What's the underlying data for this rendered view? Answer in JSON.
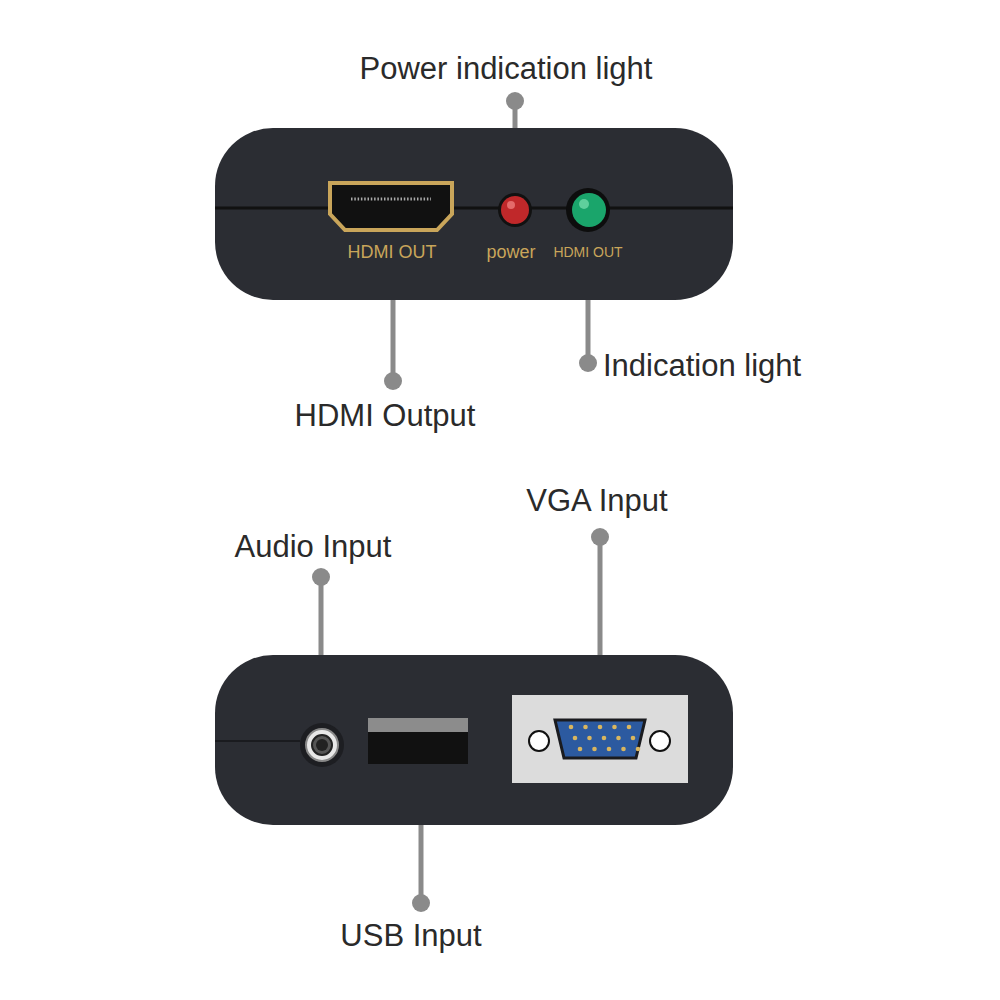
{
  "diagram": {
    "nodes": [
      {
        "text": [
          "HDMI OUT",
          "power",
          "HDMI OUT"
        ]
      }
    ],
    "labels": [
      "Power indication light",
      "Indication light",
      "HDMI Output",
      "VGA Input",
      "Audio Input",
      "USB Input"
    ]
  }
}
